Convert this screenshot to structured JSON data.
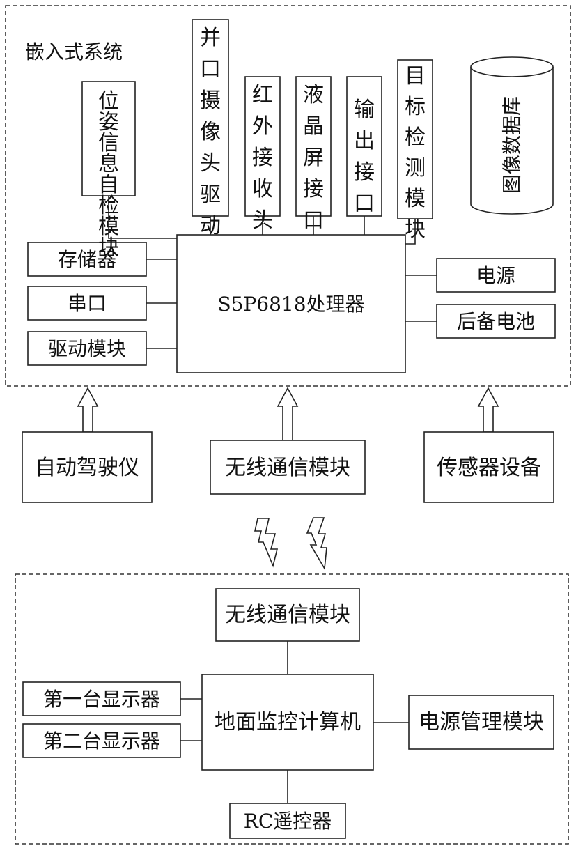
{
  "embedded_system": {
    "title": "嵌入式系统",
    "processor": "S5P6818处理器",
    "left_modules": [
      "存储器",
      "串口",
      "驱动模块"
    ],
    "right_modules": [
      "电源",
      "后备电池"
    ],
    "top_modules": [
      "位姿信息自检模块",
      "并口摄像头驱动",
      "红外接收头",
      "液晶屏接口",
      "输出接口",
      "目标检测模块"
    ],
    "database": "图像数据库"
  },
  "external_devices": [
    "自动驾驶仪",
    "无线通信模块",
    "传感器设备"
  ],
  "ground_station": {
    "wireless": "无线通信模块",
    "computer": "地面监控计算机",
    "displays": [
      "第一台显示器",
      "第二台显示器"
    ],
    "power": "电源管理模块",
    "remote": "RC遥控器"
  }
}
